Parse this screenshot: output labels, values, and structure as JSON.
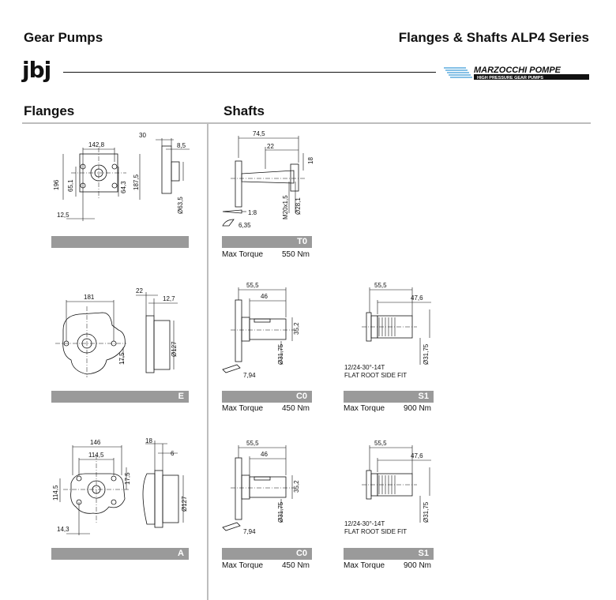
{
  "header": {
    "left_title": "Gear Pumps",
    "right_title": "Flanges & Shafts ALP4 Series",
    "logo_left": "jbj",
    "logo_right": "MARZOCCHI POMPE",
    "logo_right_tagline": "HIGH PRESSURE GEAR PUMPS"
  },
  "sections": {
    "flanges": "Flanges",
    "shafts": "Shafts"
  },
  "flanges": [
    {
      "code": "",
      "dims": [
        "142,8",
        "30",
        "8,5",
        "196",
        "65,1",
        "64,3",
        "187,5",
        "12,5",
        "Ø63,5"
      ]
    },
    {
      "code": "E",
      "dims": [
        "181",
        "22",
        "12,7",
        "17,5",
        "Ø127"
      ]
    },
    {
      "code": "A",
      "dims": [
        "146",
        "114,5",
        "18",
        "6",
        "17,5",
        "114,5",
        "14,3",
        "Ø127"
      ]
    }
  ],
  "shafts": [
    {
      "code": "T0",
      "torque_label": "Max Torque",
      "torque": "550 Nm",
      "dims": [
        "74,5",
        "22",
        "18",
        "M20x1,5",
        "Ø28,1",
        "1:8",
        "6,35"
      ]
    },
    {
      "code": "C0",
      "torque_label": "Max Torque",
      "torque": "450 Nm",
      "dims": [
        "55,5",
        "46",
        "35,2",
        "Ø31,75",
        "7,94"
      ]
    },
    {
      "code": "S1",
      "torque_label": "Max Torque",
      "torque": "900 Nm",
      "dims": [
        "55,5",
        "47,6",
        "Ø31,75"
      ],
      "spline_note_1": "12/24-30°-14T",
      "spline_note_2": "FLAT ROOT SIDE FIT"
    },
    {
      "code": "C0",
      "torque_label": "Max Torque",
      "torque": "450 Nm",
      "dims": [
        "55,5",
        "46",
        "35,2",
        "Ø31,75",
        "7,94"
      ]
    },
    {
      "code": "S1",
      "torque_label": "Max Torque",
      "torque": "900 Nm",
      "dims": [
        "55,5",
        "47,6",
        "Ø31,75"
      ],
      "spline_note_1": "12/24-30°-14T",
      "spline_note_2": "FLAT ROOT SIDE FIT"
    }
  ]
}
